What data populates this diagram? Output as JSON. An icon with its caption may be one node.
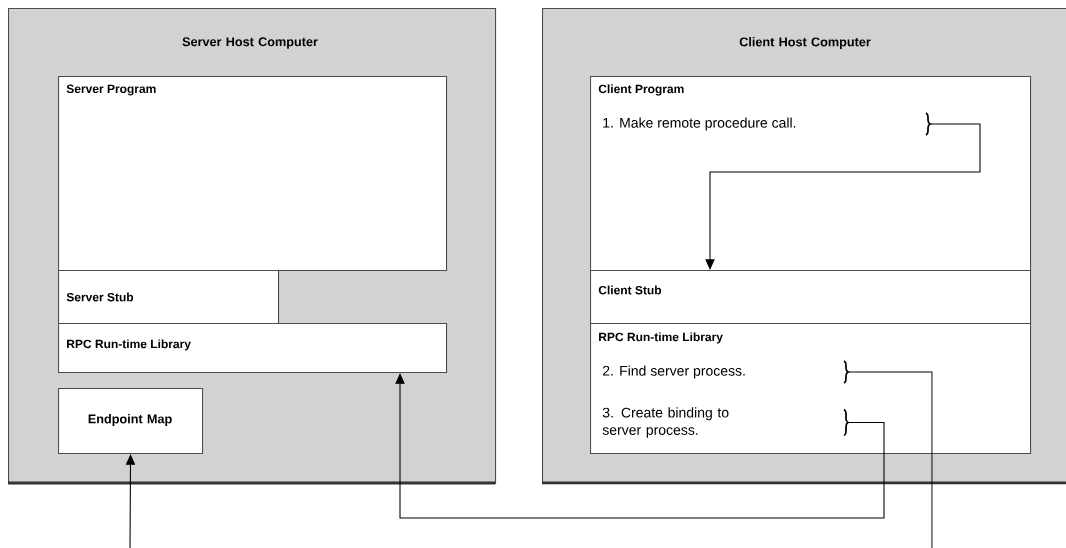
{
  "diagram": {
    "nodes": [
      {
        "text": [
          "Server Host Computer"
        ]
      },
      {
        "text": [
          "Server Program"
        ],
        "in": 0
      },
      {
        "text": [
          "Server Stub"
        ],
        "in": 0
      },
      {
        "text": [
          "RPC Run-time Library"
        ],
        "in": 0
      },
      {
        "text": [
          "Endpoint Map"
        ],
        "in": 0
      },
      {
        "text": [
          "Client Host Computer"
        ]
      },
      {
        "text": [
          "Client Program"
        ],
        "in": 5
      },
      {
        "text": [
          "1. Make remote procedure call."
        ],
        "in": 6
      },
      {
        "text": [
          "Client Stub"
        ],
        "in": 5
      },
      {
        "text": [
          "RPC Run-time Library"
        ],
        "in": 5
      },
      {
        "text": [
          "2. Find server process."
        ],
        "in": 9
      },
      {
        "text": [
          "3. Create binding to server process."
        ],
        "in": 9
      }
    ],
    "edges": [
      {
        "from": 7,
        "to": 8,
        "arrow": "to"
      },
      {
        "from": 11,
        "to": 3,
        "arrow": "to"
      },
      {
        "from": 10,
        "to": null,
        "arrow": "none"
      },
      {
        "from": null,
        "to": 4,
        "arrow": "to"
      }
    ]
  }
}
